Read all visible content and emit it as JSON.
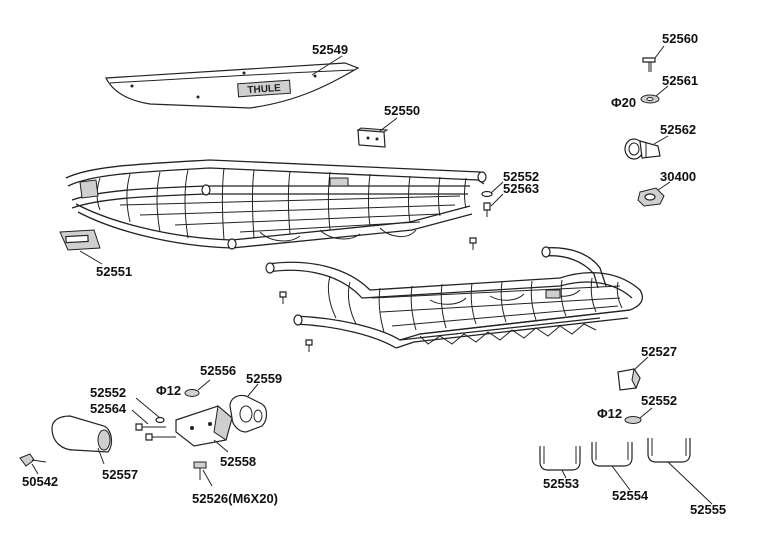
{
  "labels": {
    "p52549": "52549",
    "p52550": "52550",
    "p52551": "52551",
    "p52552a": "52552",
    "p52563": "52563",
    "p52560": "52560",
    "p52561": "52561",
    "phi20": "Φ20",
    "p52562": "52562",
    "p30400": "30400",
    "p52527": "52527",
    "phi12b": "Φ12",
    "p52552c": "52552",
    "p52556": "52556",
    "phi12a": "Φ12",
    "p52559": "52559",
    "p52552b": "52552",
    "p52564": "52564",
    "p52557": "52557",
    "p52558": "52558",
    "p50542": "50542",
    "p52526": "52526(M6X20)",
    "p52553": "52553",
    "p52554": "52554",
    "p52555": "52555"
  },
  "logo_text": "THULE",
  "colors": {
    "line": "#222222",
    "fill": "#ffffff",
    "shade": "#cfcfcf"
  }
}
